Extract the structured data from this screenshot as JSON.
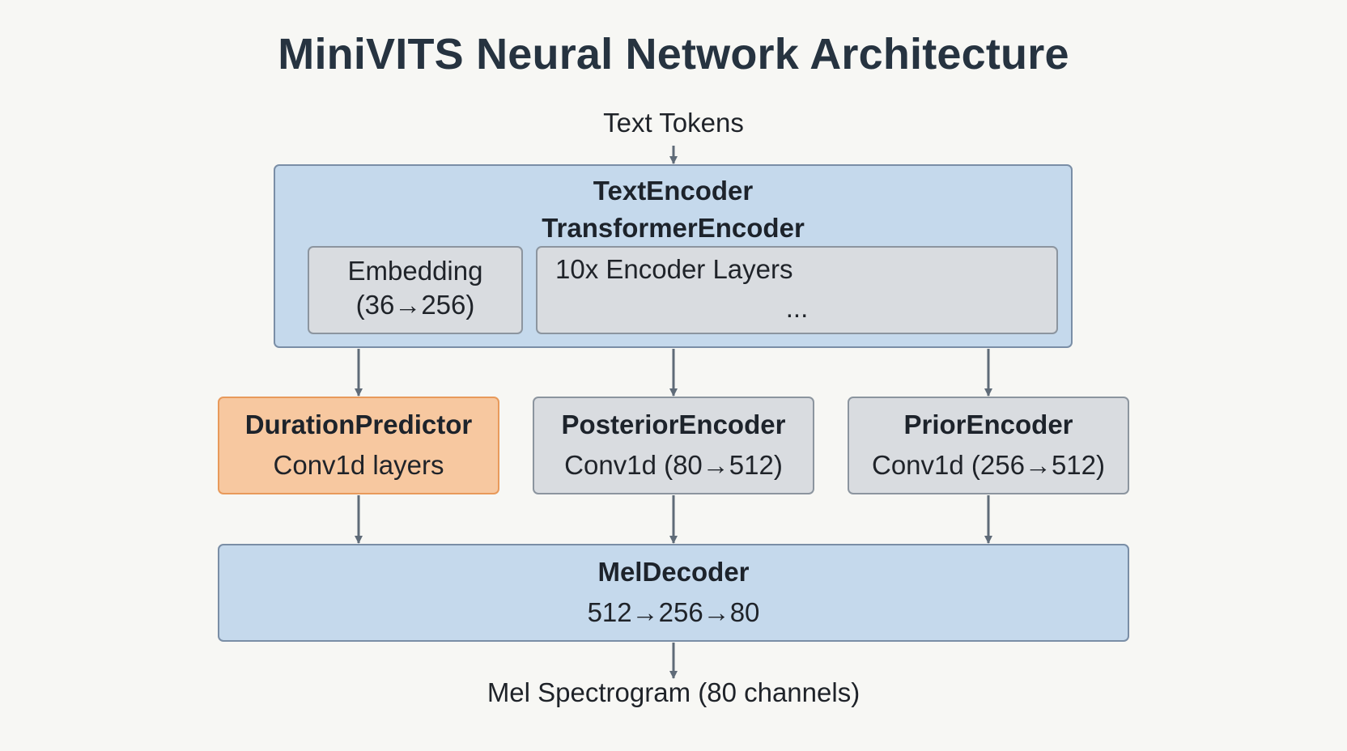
{
  "title": "MiniVITS Neural Network Architecture",
  "input_label": "Text Tokens",
  "output_label": "Mel Spectrogram (80 channels)",
  "text_encoder": {
    "title_line1": "TextEncoder",
    "title_line2": "TransformerEncoder",
    "embedding": {
      "line1": "Embedding",
      "line2": "(36→256)"
    },
    "encoder_layers": {
      "line1": "10x Encoder Layers",
      "line2": "..."
    }
  },
  "modules": [
    {
      "name": "DurationPredictor",
      "detail": "Conv1d layers"
    },
    {
      "name": "PosteriorEncoder",
      "detail": "Conv1d (80→512)"
    },
    {
      "name": "PriorEncoder",
      "detail": "Conv1d (256→512)"
    }
  ],
  "decoder": {
    "name": "MelDecoder",
    "detail": "512→256→80"
  },
  "colors": {
    "encoder_fill": "#c5d9ec",
    "gray_fill": "#d9dce0",
    "highlight_fill": "#f7c8a0",
    "highlight_border": "#e89a5b",
    "arrow": "#5f6b78",
    "title": "#263340"
  }
}
